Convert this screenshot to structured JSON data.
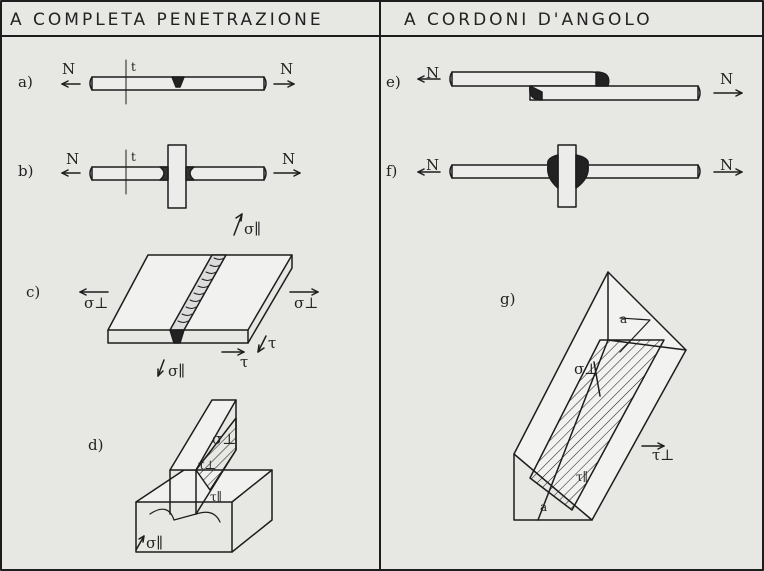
{
  "headers": {
    "left": "A  COMPLETA   PENETRAZIONE",
    "right": "A  CORDONI  D'ANGOLO"
  },
  "panels": {
    "a": "a)",
    "b": "b)",
    "c": "c)",
    "d": "d)",
    "e": "e)",
    "f": "f)",
    "g": "g)"
  },
  "symbols": {
    "N": "N",
    "t": "t",
    "sigma_par": "σ∥",
    "sigma_perp": "σ⊥",
    "tau": "τ",
    "tau_par": "τ∥",
    "tau_perp": "τ⊥",
    "a": "a"
  }
}
